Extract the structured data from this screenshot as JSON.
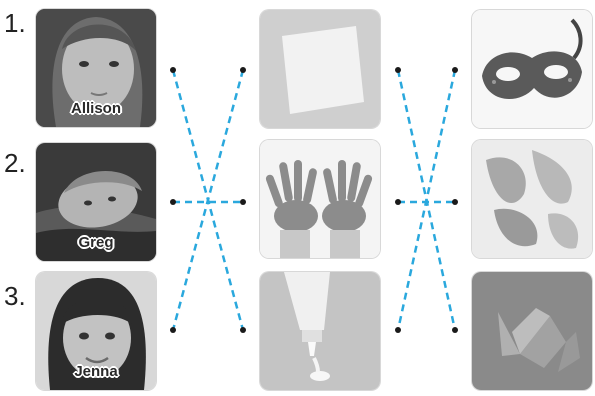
{
  "rows": [
    {
      "number": "1.",
      "name": "Allison"
    },
    {
      "number": "2.",
      "name": "Greg"
    },
    {
      "number": "3.",
      "name": "Jenna"
    }
  ],
  "column_middle_icons": [
    "paper-icon",
    "painted-hands-icon",
    "glue-bottle-icon"
  ],
  "column_right_icons": [
    "mask-icon",
    "finger-painting-icon",
    "origami-crane-icon"
  ],
  "colors": {
    "dashed_line": "#2aa8dd",
    "dot": "#1a1a1a"
  }
}
